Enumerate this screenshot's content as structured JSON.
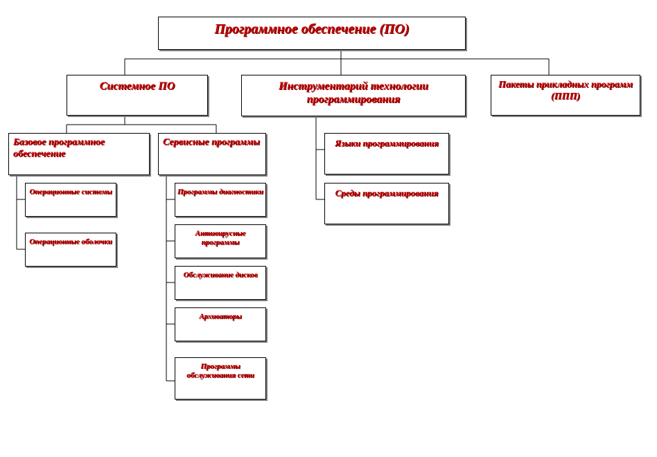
{
  "colors": {
    "text": "#c00000",
    "border": "#000000",
    "shadow": "#808080",
    "background": "#ffffff"
  },
  "root": {
    "label": "Программное обеспечение (ПО)"
  },
  "categories": {
    "system": {
      "label": "Системное ПО"
    },
    "tools": {
      "label": "Инструментарий технологии программирования"
    },
    "packages": {
      "label": "Пакеты прикладных программ (ППП)"
    }
  },
  "system_children": {
    "base": {
      "label": "Базовое программное обеспечение"
    },
    "service": {
      "label": "Сервисные программы"
    }
  },
  "base_children": [
    {
      "label": "Операционные системы"
    },
    {
      "label": "Операционные оболочки"
    }
  ],
  "service_children": [
    {
      "label": "Программы диагностики"
    },
    {
      "label": "Антивирусные программы"
    },
    {
      "label": "Обслуживание дисков"
    },
    {
      "label": "Архиваторы"
    },
    {
      "label": "Программы обслуживания сети"
    }
  ],
  "tools_children": [
    {
      "label": "Языки программирования"
    },
    {
      "label": "Среды программирования"
    }
  ]
}
